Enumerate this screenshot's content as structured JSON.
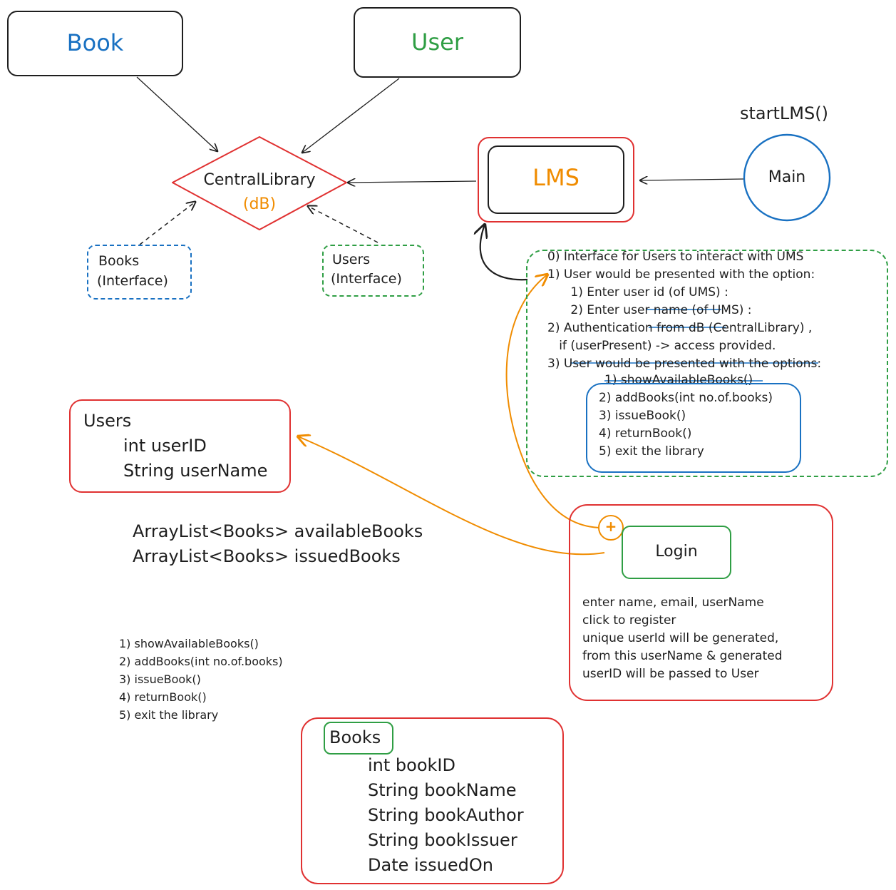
{
  "nodes": {
    "book": "Book",
    "user": "User",
    "central_library": "CentralLibrary",
    "central_library_sub": "(dB)",
    "lms": "LMS",
    "main": "Main",
    "main_caption": "startLMS()",
    "books_interface": [
      "Books",
      "(Interface)"
    ],
    "users_interface": [
      "Users",
      "(Interface)"
    ],
    "login": "Login",
    "login_marker": "+"
  },
  "flow_notes": {
    "lines": [
      "0) Interface for Users to interact with UMS",
      "1) User would be presented with the option:",
      "      1) Enter user id (of UMS) :",
      "      2) Enter user name (of UMS) :",
      "2) Authentication from dB (CentralLibrary) ,",
      "   if (userPresent) -> access provided.",
      "3) User would be presented with the options:"
    ],
    "options": [
      "1) showAvailableBooks()",
      "2) addBooks(int no.of.books)",
      "3) issueBook()",
      "4) returnBook()",
      "5) exit the library"
    ]
  },
  "users_class": {
    "title": "Users",
    "fields": [
      "int userID",
      "String userName"
    ]
  },
  "array_lists": [
    "ArrayList<Books> availableBooks",
    "ArrayList<Books> issuedBooks"
  ],
  "menu_list": [
    "1) showAvailableBooks()",
    "2) addBooks(int no.of.books)",
    "3) issueBook()",
    "4) returnBook()",
    "5) exit the library"
  ],
  "login_notes": [
    "enter name, email, userName",
    "click to register",
    "unique userId will be generated,",
    "from this userName & generated",
    "userID will be passed to User"
  ],
  "books_class": {
    "title": "Books",
    "fields": [
      "int bookID",
      "String bookName",
      "String bookAuthor",
      "String bookIssuer",
      "Date issuedOn"
    ]
  },
  "colors": {
    "blue": "#1971c2",
    "green": "#2f9e44",
    "red": "#e03131",
    "orange": "#f08c00",
    "ink": "#1e1e1e"
  }
}
